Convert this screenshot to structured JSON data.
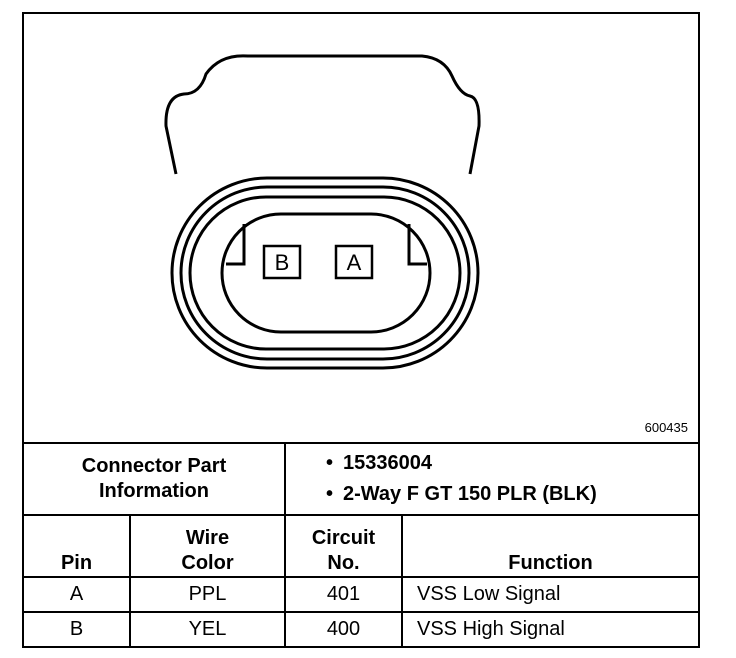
{
  "figure_number": "600435",
  "connector": {
    "cavities": [
      {
        "label": "B"
      },
      {
        "label": "A"
      }
    ]
  },
  "part_info": {
    "label_line1": "Connector Part",
    "label_line2": "Information",
    "part_number": "15336004",
    "description": "2-Way F GT 150 PLR (BLK)"
  },
  "table": {
    "headers": {
      "pin": "Pin",
      "wire_color_line1": "Wire",
      "wire_color_line2": "Color",
      "circuit_line1": "Circuit",
      "circuit_line2": "No.",
      "function": "Function"
    },
    "rows": [
      {
        "pin": "A",
        "wire_color": "PPL",
        "circuit": "401",
        "function": "VSS Low Signal"
      },
      {
        "pin": "B",
        "wire_color": "YEL",
        "circuit": "400",
        "function": "VSS High Signal"
      }
    ]
  }
}
